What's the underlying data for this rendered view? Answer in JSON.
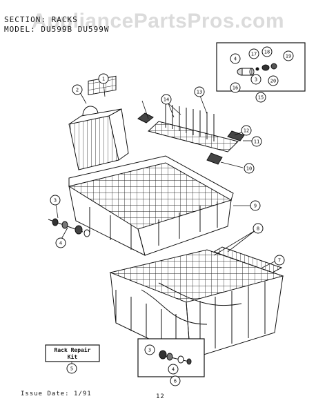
{
  "watermark": "AppliancePartsPros.com",
  "header": {
    "section_line": "SECTION: RACKS",
    "model_line": "MODEL:   DU599B  DU599W"
  },
  "callouts": [
    "1",
    "2",
    "3",
    "4",
    "5",
    "6",
    "7",
    "8",
    "9",
    "10",
    "11",
    "12",
    "13",
    "14",
    "15",
    "16",
    "17",
    "18",
    "19",
    "20"
  ],
  "kit_box": {
    "line1": "Rack Repair",
    "line2": "Kit"
  },
  "footer": {
    "issue": "Issue Date: 1/91",
    "page": "12"
  }
}
